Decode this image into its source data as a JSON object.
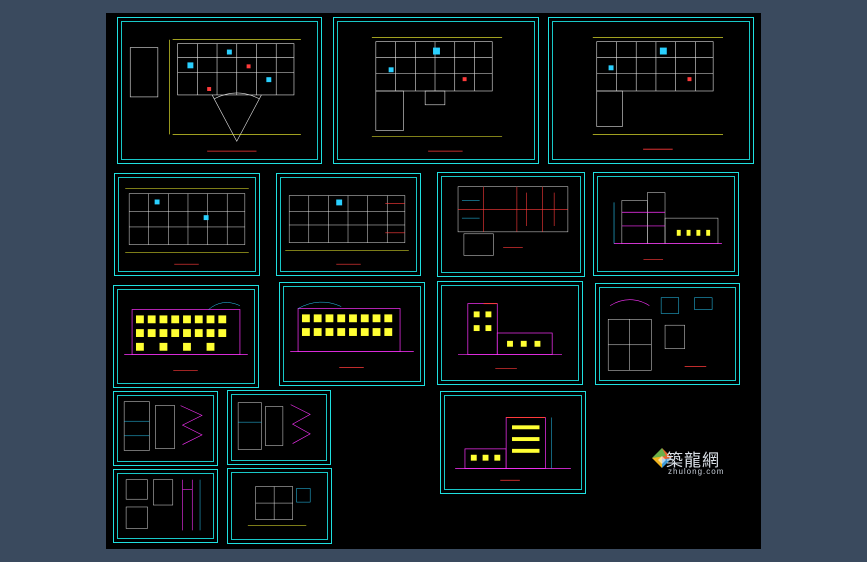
{
  "viewer": {
    "background_color": "#3a4a5e",
    "canvas_color": "#000000",
    "frame_color": "#1fe0e0"
  },
  "watermark": {
    "brand_text": "築龍網",
    "url_text": "zhulong.com",
    "icon": "pinwheel-logo-icon",
    "colors": [
      "#e8632c",
      "#3e9ad6",
      "#f2b51f",
      "#6ab04a"
    ]
  },
  "sheets": [
    {
      "name": "floor-plan-1",
      "kind": "plan"
    },
    {
      "name": "floor-plan-2",
      "kind": "plan"
    },
    {
      "name": "floor-plan-3",
      "kind": "plan"
    },
    {
      "name": "floor-plan-4",
      "kind": "plan"
    },
    {
      "name": "floor-plan-5",
      "kind": "plan"
    },
    {
      "name": "roof-plan",
      "kind": "plan"
    },
    {
      "name": "section-1",
      "kind": "section"
    },
    {
      "name": "elevation-front",
      "kind": "elevation"
    },
    {
      "name": "elevation-rear",
      "kind": "elevation"
    },
    {
      "name": "elevation-side-1",
      "kind": "elevation"
    },
    {
      "name": "details-1",
      "kind": "detail"
    },
    {
      "name": "stair-details-1",
      "kind": "detail"
    },
    {
      "name": "stair-details-2",
      "kind": "detail"
    },
    {
      "name": "elevation-side-2",
      "kind": "elevation"
    },
    {
      "name": "wall-details",
      "kind": "detail"
    },
    {
      "name": "site-detail",
      "kind": "detail"
    }
  ]
}
